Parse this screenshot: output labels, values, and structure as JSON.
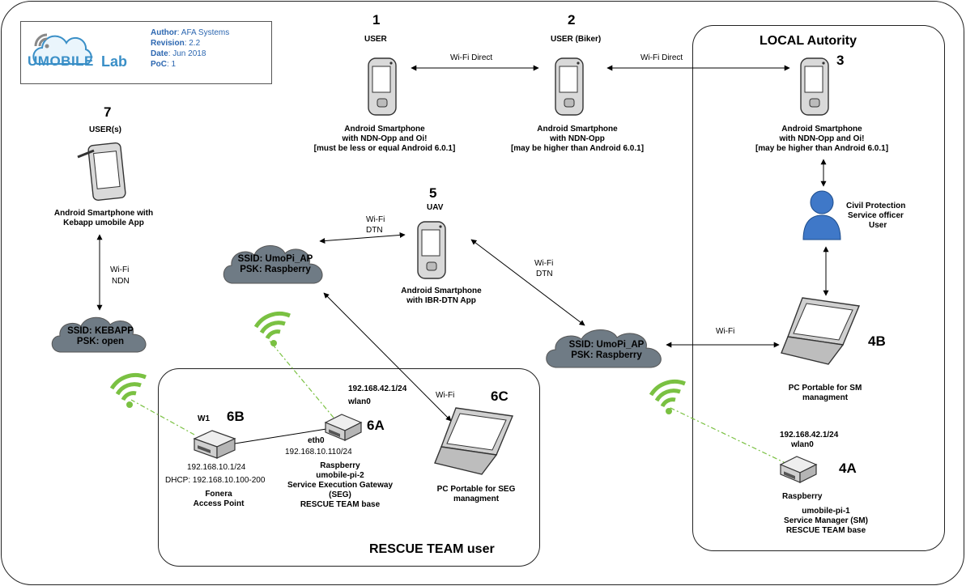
{
  "header": {
    "logo_text": "UMOBILE",
    "logo_lab": "Lab",
    "author_label": "Author",
    "author_value": ": AFA Systems",
    "revision_label": "Revision",
    "revision_value": ": 2.2",
    "date_label": "Date",
    "date_value": ": Jun 2018",
    "poc_label": "PoC",
    "poc_value": ": 1"
  },
  "regions": {
    "local": "LOCAL Autority",
    "rescue": "RESCUE TEAM user"
  },
  "nodes": {
    "n1": {
      "num": "1",
      "role": "USER",
      "desc1": "Android Smartphone",
      "desc2": "with NDN-Opp and Oi!",
      "desc3": "[must be less or equal Android 6.0.1]"
    },
    "n2": {
      "num": "2",
      "role": "USER (Biker)",
      "desc1": "Android Smartphone",
      "desc2": "with NDN-Opp",
      "desc3": "[may be higher than Android 6.0.1]"
    },
    "n3": {
      "num": "3",
      "desc1": "Android Smartphone",
      "desc2": "with NDN-Opp and Oi!",
      "desc3": "[may be higher than Android 6.0.1]"
    },
    "n7": {
      "num": "7",
      "role": "USER(s)",
      "desc1": "Android Smartphone with",
      "desc2": "Kebapp umobile App"
    },
    "n5": {
      "num": "5",
      "role": "UAV",
      "desc1": "Android Smartphone",
      "desc2": "with IBR-DTN App"
    },
    "officer": {
      "l1": "Civil Protection",
      "l2": "Service officer",
      "l3": "User"
    },
    "n4b": {
      "num": "4B",
      "desc1": "PC Portable for SM",
      "desc2": "managment"
    },
    "n4a": {
      "num": "4A",
      "ip": "192.168.42.1/24",
      "iface": "wlan0",
      "l1": "Raspberry",
      "l2": "umobile-pi-1",
      "l3": "Service Manager (SM)",
      "l4": "RESCUE TEAM base"
    },
    "n6a": {
      "num": "6A",
      "ip_wlan": "192.168.42.1/24",
      "iface_wlan": "wlan0",
      "iface_eth": "eth0",
      "ip_eth": "192.168.10.110/24",
      "l1": "Raspberry",
      "l2": "umobile-pi-2",
      "l3": "Service Execution Gateway",
      "l4": "(SEG)",
      "l5": "RESCUE TEAM base"
    },
    "n6b": {
      "num": "6B",
      "tag": "W1",
      "ip": "192.168.10.1/24",
      "dhcp": "DHCP: 192.168.10.100-200",
      "l1": "Fonera",
      "l2": "Access Point"
    },
    "n6c": {
      "num": "6C",
      "desc1": "PC Portable for SEG",
      "desc2": "managment"
    }
  },
  "clouds": {
    "kebapp": {
      "l1": "SSID: KEBAPP",
      "l2": "PSK: open"
    },
    "umopi_left": {
      "l1": "SSID: UmoPi_AP",
      "l2": "PSK: Raspberry"
    },
    "umopi_right": {
      "l1": "SSID: UmoPi_AP",
      "l2": "PSK: Raspberry"
    }
  },
  "links": {
    "l_1_2": "Wi-Fi Direct",
    "l_2_3": "Wi-Fi Direct",
    "l_7_kebapp_1": "Wi-Fi",
    "l_7_kebapp_2": "NDN",
    "l_5_cloud_1": "Wi-Fi",
    "l_5_cloud_2": "DTN",
    "l_5_right_1": "Wi-Fi",
    "l_5_right_2": "DTN",
    "l_cloud_4b": "Wi-Fi",
    "l_6a_6c": "Wi-Fi"
  },
  "colors": {
    "cloud": "#6f7b85",
    "wifi": "#7ac142",
    "dash": "#7ac142",
    "logo_blue": "#3a8fc7",
    "officer": "#3f78c8",
    "header_text": "#2b66b0"
  }
}
